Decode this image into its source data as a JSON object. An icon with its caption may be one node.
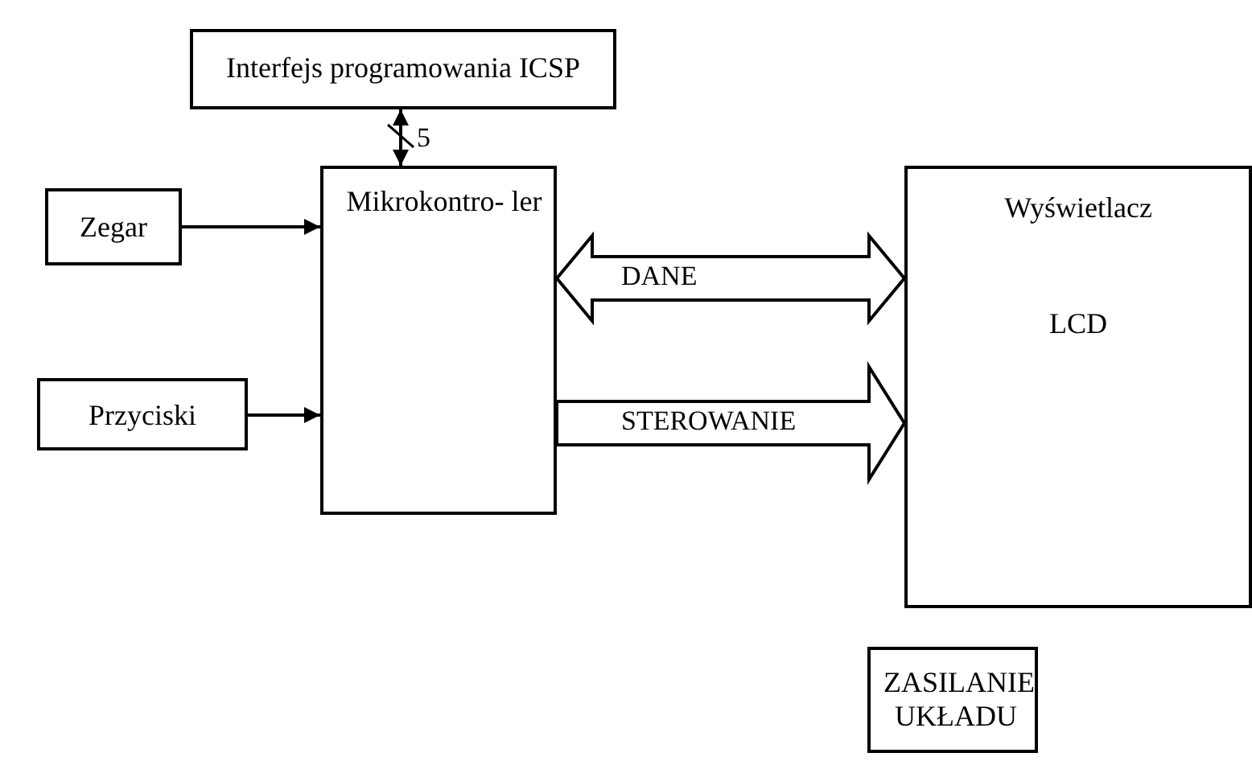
{
  "diagram": {
    "nodes": [
      {
        "text": [
          "Interfejs programowania ICSP"
        ]
      },
      {
        "text": [
          "Zegar"
        ]
      },
      {
        "text": [
          "Mikrokontro- ler"
        ]
      },
      {
        "text": [
          "Przyciski"
        ]
      },
      {
        "text": [
          "Wyświetlacz",
          "LCD"
        ]
      },
      {
        "text": [
          "ZASILANIE UKŁADU"
        ]
      }
    ],
    "edges": [
      {
        "from": 0,
        "to": 2,
        "arrow": "both",
        "label": "5"
      },
      {
        "from": 1,
        "to": 2,
        "arrow": "to"
      },
      {
        "from": 3,
        "to": 2,
        "arrow": "to"
      },
      {
        "from": 2,
        "to": 4,
        "arrow": "both",
        "label": "DANE",
        "style": "thick"
      },
      {
        "from": 2,
        "to": 4,
        "arrow": "to",
        "label": "STEROWANIE",
        "style": "thick"
      }
    ]
  }
}
